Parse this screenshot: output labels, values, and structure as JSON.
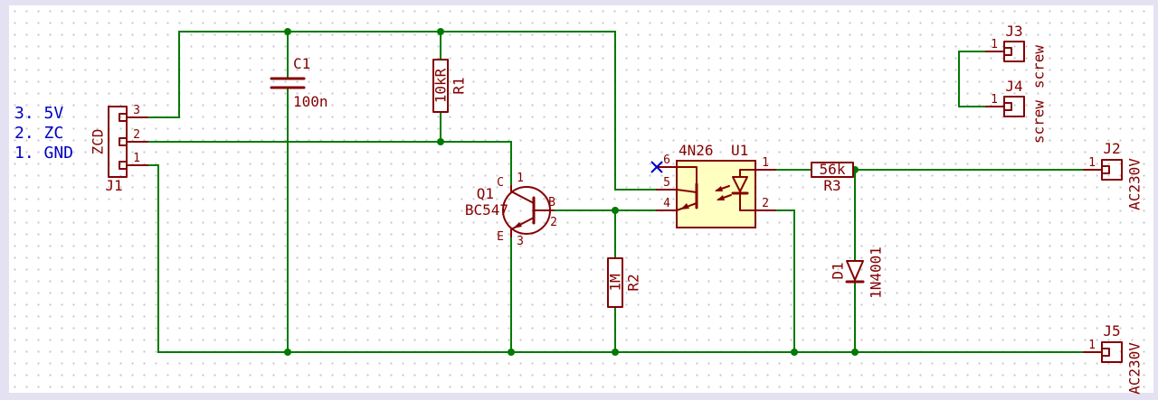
{
  "colors": {
    "wire": "#007A00",
    "component": "#840000",
    "note": "#0000C2",
    "compfill": "#FFFFC2",
    "grid": "#C6C6CE",
    "frame": "#E4E2F2",
    "background": "#FFFFFF"
  },
  "notes": [
    "3. 5V",
    "2. ZC",
    "1. GND"
  ],
  "components": {
    "j1": {
      "ref": "J1",
      "value": "ZCD",
      "pins": [
        "3",
        "2",
        "1"
      ]
    },
    "c1": {
      "ref": "C1",
      "value": "100n"
    },
    "r1": {
      "ref": "R1",
      "value": "10kR"
    },
    "r2": {
      "ref": "R2",
      "value": "1M"
    },
    "r3": {
      "ref": "R3",
      "value": "56k"
    },
    "q1": {
      "ref": "Q1",
      "value": "BC547",
      "pin_labels": {
        "collector": "C",
        "base": "B",
        "emitter": "E"
      },
      "pin_numbers": {
        "collector": "1",
        "base": "2",
        "emitter": "3"
      }
    },
    "u1": {
      "ref": "U1",
      "value": "4N26",
      "pins_left": [
        "6",
        "5",
        "4"
      ],
      "pins_right": [
        "1",
        "2"
      ]
    },
    "d1": {
      "ref": "D1",
      "value": "1N4001"
    },
    "j2": {
      "ref": "J2",
      "value": "AC230V",
      "pin": "1"
    },
    "j3": {
      "ref": "J3",
      "value": "screw",
      "pin": "1"
    },
    "j4": {
      "ref": "J4",
      "value": "screw",
      "pin": "1"
    },
    "j5": {
      "ref": "J5",
      "value": "AC230V",
      "pin": "1"
    }
  }
}
